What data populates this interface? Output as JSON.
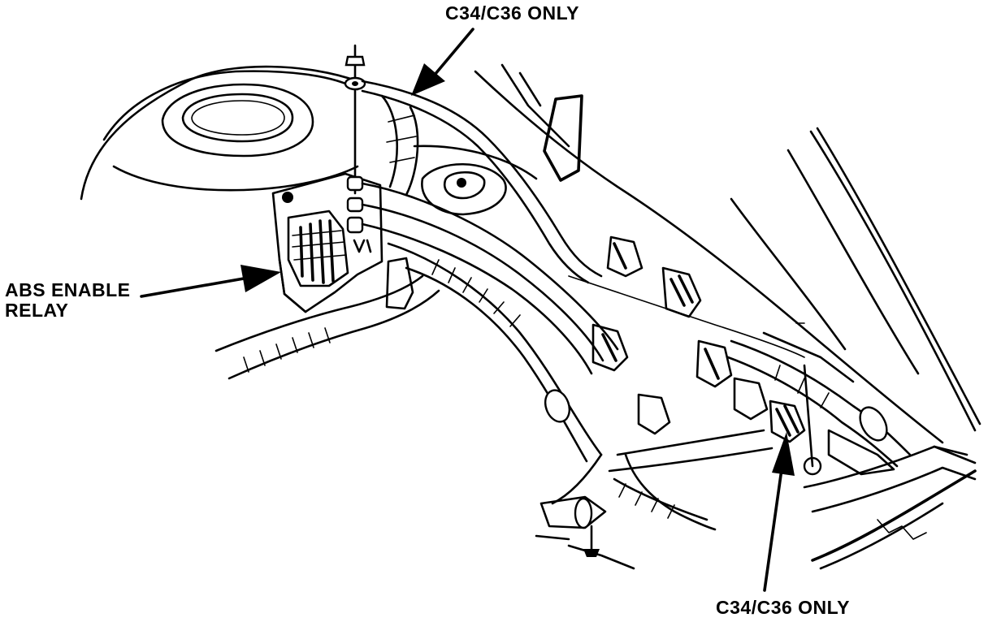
{
  "labels": {
    "top_callout": "C34/C36 ONLY",
    "abs_line1": "ABS ENABLE",
    "abs_line2": "RELAY",
    "bottom_callout": "C34/C36 ONLY"
  },
  "colors": {
    "ink": "#000000",
    "paper": "#ffffff"
  }
}
